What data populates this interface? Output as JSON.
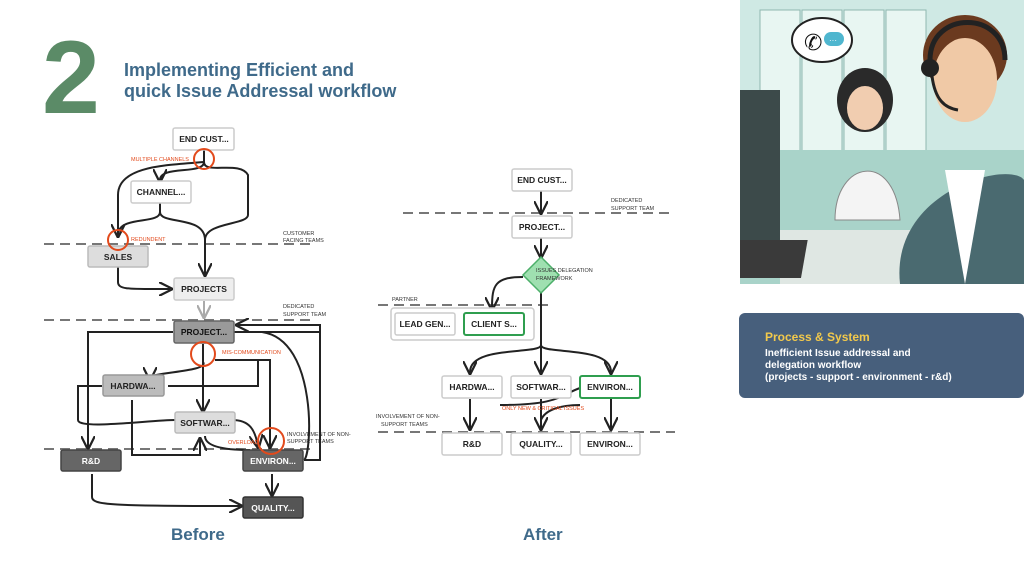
{
  "step_number": "2",
  "title_line1": "Implementing Efficient and",
  "title_line2": "quick Issue Addressal workflow",
  "before": {
    "caption": "Before",
    "nodes": {
      "end_customer": "END CUST...",
      "channel": "CHANNEL...",
      "sales": "SALES",
      "projects": "PROJECTS",
      "project": "PROJECT...",
      "hardware": "HARDWA...",
      "software": "SOFTWAR...",
      "rnd": "R&D",
      "environment": "ENVIRON...",
      "quality": "QUALITY..."
    },
    "annotations": {
      "multiple_channels": "MULTIPLE CHANNELS",
      "redundent": "REDUNDENT",
      "mis_communication": "MIS-COMMUNICATION",
      "overload": "OVERLOAD"
    },
    "zone_labels": {
      "customer_facing_1": "CUSTOMER",
      "customer_facing_2": "FACING TEAMS",
      "dedicated_support_1": "DEDICATED",
      "dedicated_support_2": "SUPPORT TEAM",
      "non_support_1": "INVOLVEMENT OF NON-",
      "non_support_2": "SUPPORT TEAMS"
    }
  },
  "after": {
    "caption": "After",
    "nodes": {
      "end_customer": "END CUST...",
      "project": "PROJECT...",
      "issues_framework_1": "ISSUES DELEGATION",
      "issues_framework_2": "FRAMEWORK",
      "lead_gen": "LEAD GEN...",
      "client_s": "CLIENT S...",
      "hardware": "HARDWA...",
      "software": "SOFTWAR...",
      "environment_top": "ENVIRON...",
      "rnd": "R&D",
      "quality": "QUALITY...",
      "environment_bottom": "ENVIRON..."
    },
    "annotations": {
      "only_new_critical": "ONLY NEW & CRITICAL ISSUES"
    },
    "zone_labels": {
      "dedicated_support_1": "DEDICATED",
      "dedicated_support_2": "SUPPORT TEAM",
      "partner": "PARTNER",
      "non_support_1": "INVOLVEMENT OF NON-",
      "non_support_2": "SUPPORT TEAMS"
    }
  },
  "info_card": {
    "heading": "Process & System",
    "line1": "Inefficient Issue addressal and",
    "line2": "delegation workflow",
    "line3": "(projects - support - environment - r&d)"
  },
  "illustration": {
    "subject": "call-center-agents-illustration",
    "icons": [
      "phone-icon",
      "chat-bubble-icon"
    ]
  },
  "colors": {
    "green": "#5b8b67",
    "blue_title": "#3f6a8a",
    "alert": "#e24a1c",
    "card_bg": "#475f7c",
    "card_heading": "#f2c94c",
    "highlight_green": "#2f9e4f",
    "diamond_fill": "#9fe0b0"
  }
}
